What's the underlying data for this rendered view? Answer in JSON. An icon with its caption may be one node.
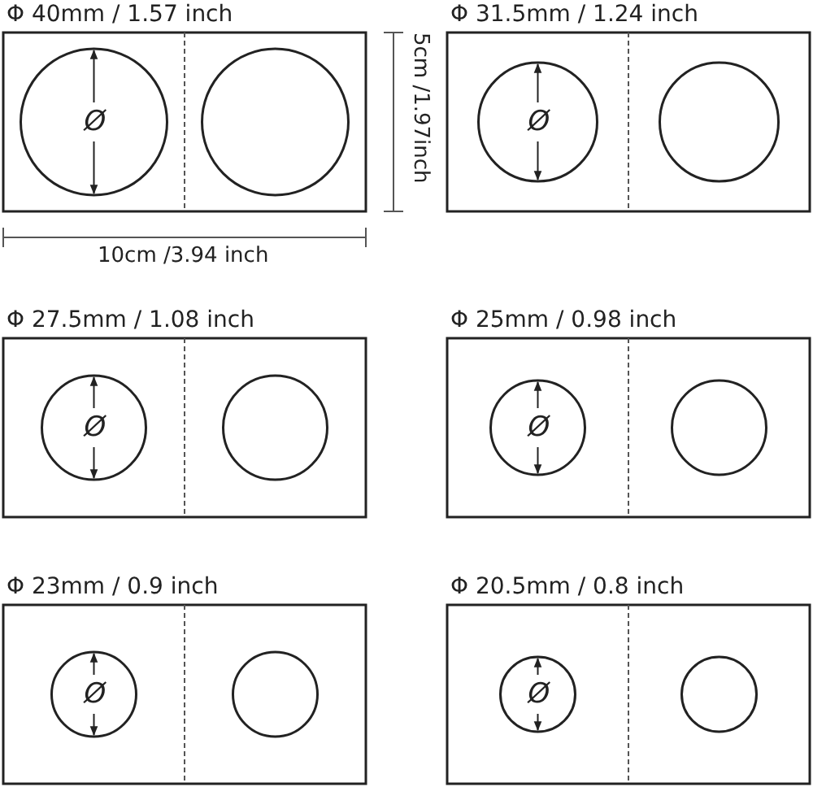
{
  "diagram": {
    "labels": [
      "Φ 40mm / 1.57 inch",
      "Φ 31.5mm / 1.24 inch",
      "Ø",
      "Ø",
      "5cm /1.97inch",
      "10cm /3.94 inch",
      "Φ 27.5mm / 1.08 inch",
      "Φ 25mm / 0.98 inch",
      "Ø",
      "Ø",
      "Φ 23mm / 0.9 inch",
      "Φ 20.5mm / 0.8 inch",
      "Ø",
      "Ø"
    ]
  }
}
